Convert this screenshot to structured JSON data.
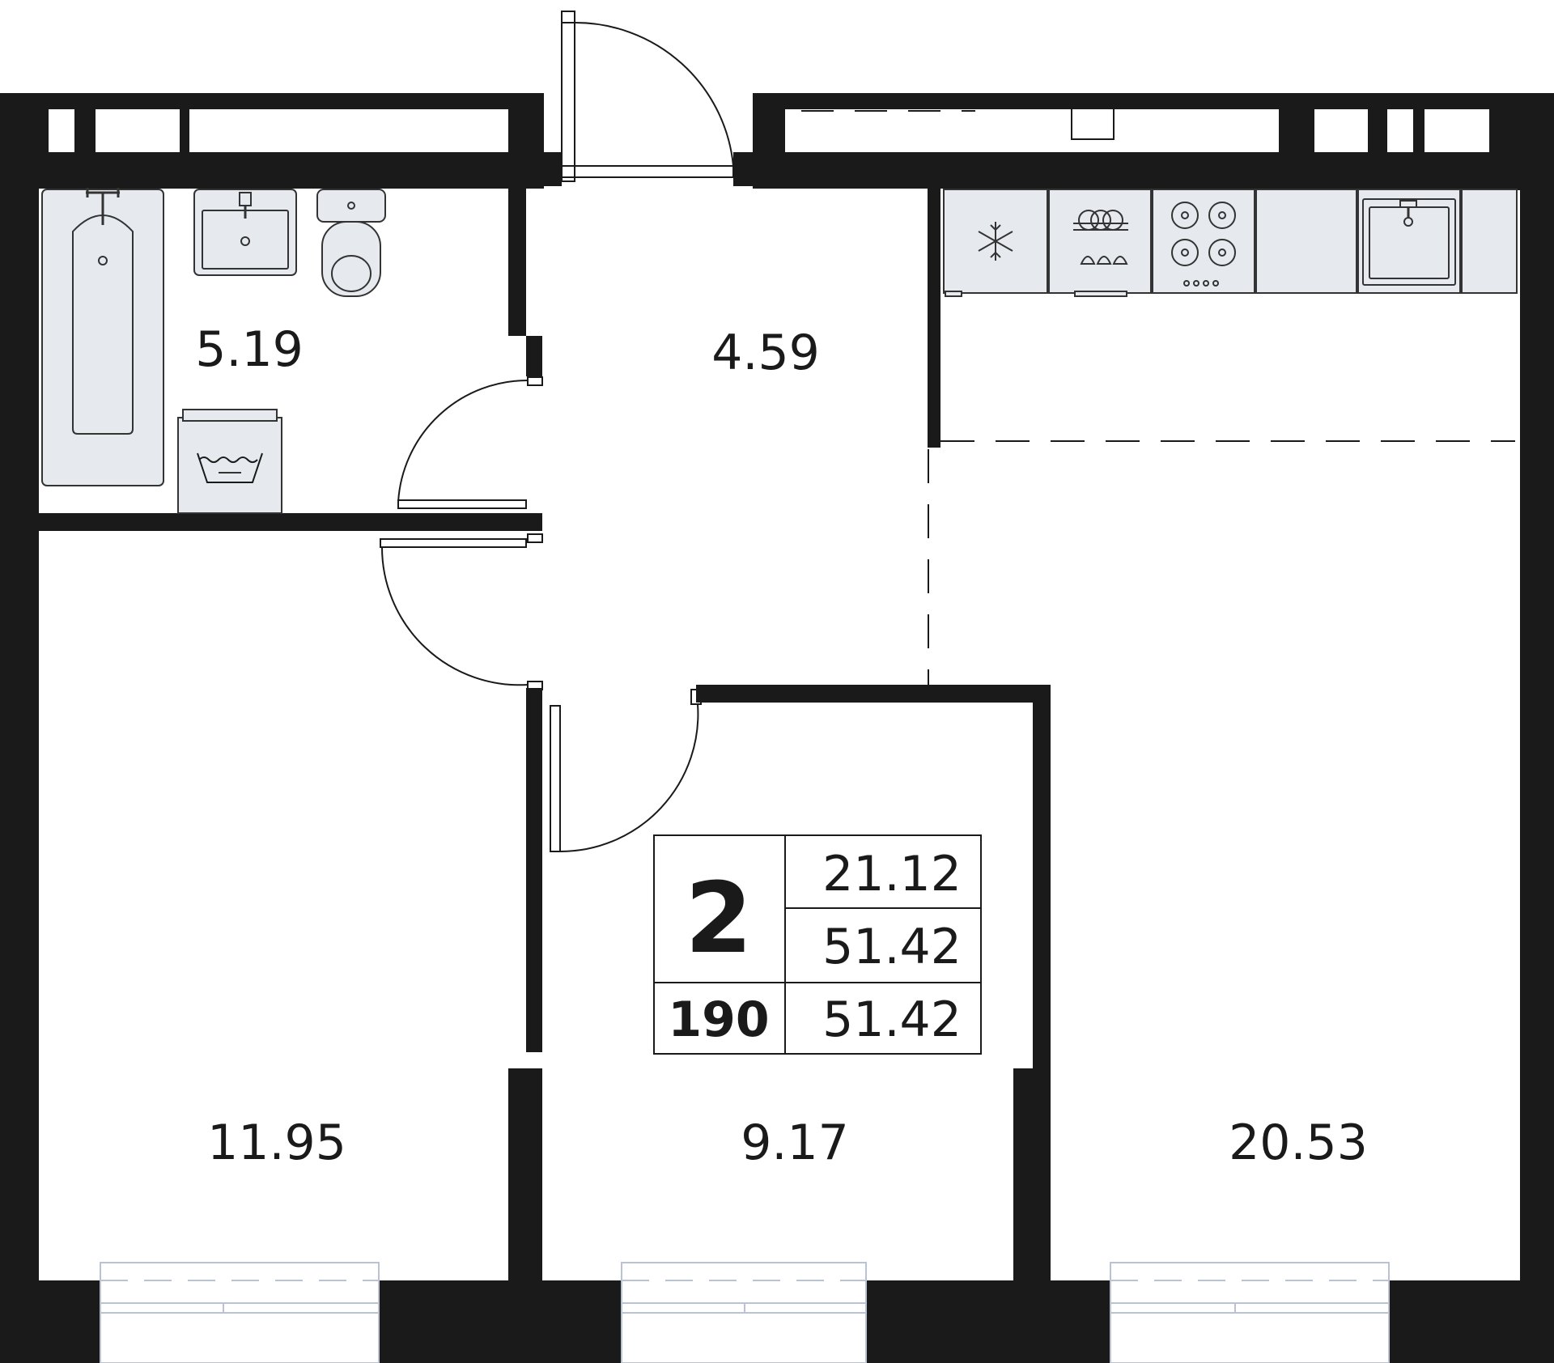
{
  "rooms": {
    "bathroom": "5.19",
    "hallway": "4.59",
    "bedroom_left": "11.95",
    "bedroom_middle": "9.17",
    "living_kitchen": "20.53"
  },
  "info_box": {
    "room_count": "2",
    "apartment_number": "190",
    "area_1": "21.12",
    "area_2": "51.42",
    "area_3": "51.42"
  },
  "colors": {
    "wall": "#1a1a1a",
    "fixture_fill": "#e6e9ee",
    "window_stroke": "#b9c3d4"
  },
  "icons": [
    "bathtub-icon",
    "sink-icon",
    "toilet-icon",
    "washing-machine-icon",
    "fridge-icon",
    "oven-icon",
    "cooktop-icon",
    "kitchen-sink-icon"
  ]
}
